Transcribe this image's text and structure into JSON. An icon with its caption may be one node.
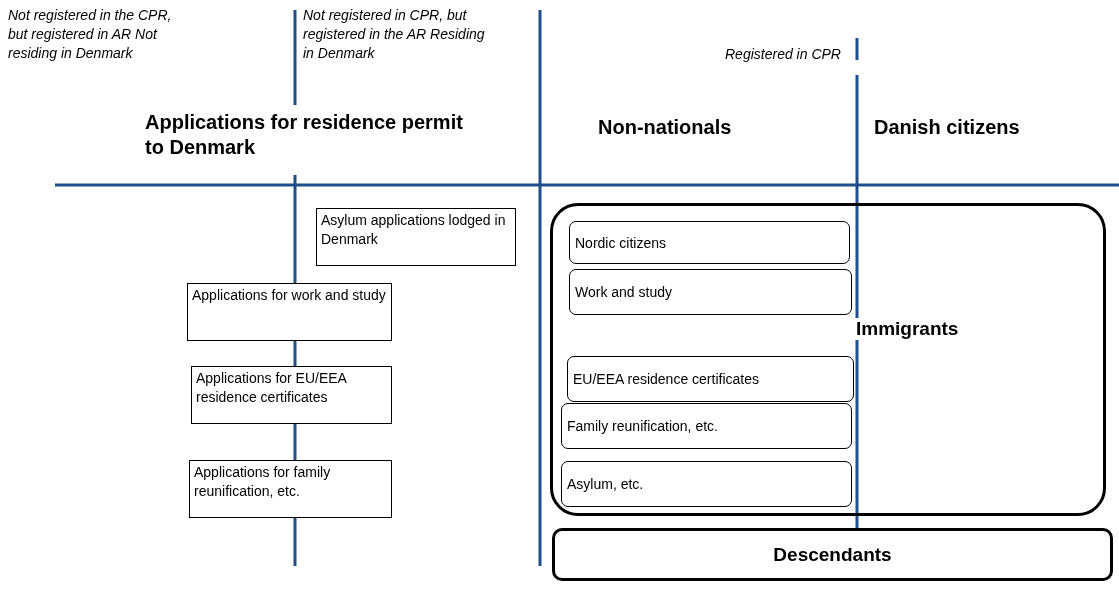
{
  "diagram": {
    "nodes": [
      {
        "text": [
          "Asylum applications lodged in Denmark"
        ]
      },
      {
        "text": [
          "Applications for work and study"
        ]
      },
      {
        "text": [
          "Applications for EU/EEA residence certificates"
        ]
      },
      {
        "text": [
          "Applications for family reunification, etc."
        ]
      },
      {
        "text": [
          "Immigrants"
        ]
      },
      {
        "text": [
          "Nordic citizens"
        ],
        "in": 4
      },
      {
        "text": [
          "Work and study"
        ],
        "in": 4
      },
      {
        "text": [
          "EU/EEA residence certificates"
        ],
        "in": 4
      },
      {
        "text": [
          "Family reunification, etc."
        ],
        "in": 4
      },
      {
        "text": [
          "Asylum, etc."
        ],
        "in": 4
      },
      {
        "text": [
          "Descendants"
        ]
      }
    ],
    "edges": [],
    "labels": [
      "Not registered in the CPR, but registered in AR Not residing in Denmark",
      "Not registered in CPR, but registered in the AR Residing in Denmark",
      "Registered in CPR",
      "Applications for residence permit to Denmark",
      "Non-nationals",
      "Danish citizens"
    ]
  }
}
